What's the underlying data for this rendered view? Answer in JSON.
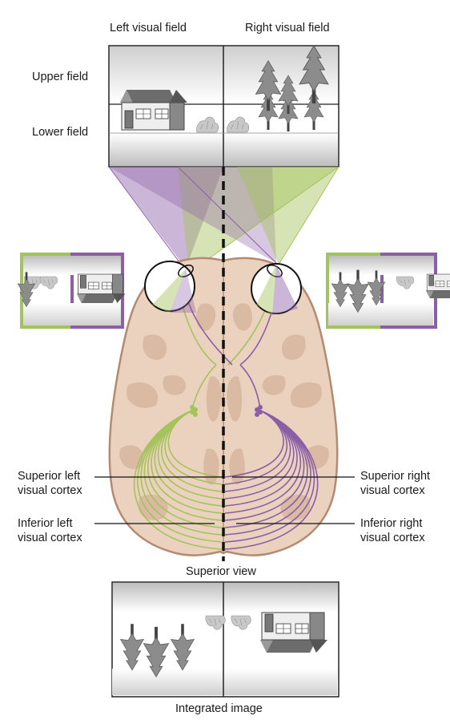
{
  "headers": {
    "left_field": "Left visual field",
    "right_field": "Right visual field"
  },
  "rows": {
    "upper": "Upper field",
    "lower": "Lower field"
  },
  "cortex_labels": {
    "sup_left_1": "Superior left",
    "sup_left_2": "visual cortex",
    "inf_left_1": "Inferior left",
    "inf_left_2": "visual cortex",
    "sup_right_1": "Superior right",
    "sup_right_2": "visual cortex",
    "inf_right_1": "Inferior right",
    "inf_right_2": "visual cortex"
  },
  "view_label": "Superior view",
  "bottom_label": "Integrated image",
  "colors": {
    "left_path": "#a4c35a",
    "right_path": "#8b5ea6",
    "brain_fill": "#ead2bf",
    "brain_stroke": "#b38a72",
    "sulci": "#d9b8a0"
  }
}
